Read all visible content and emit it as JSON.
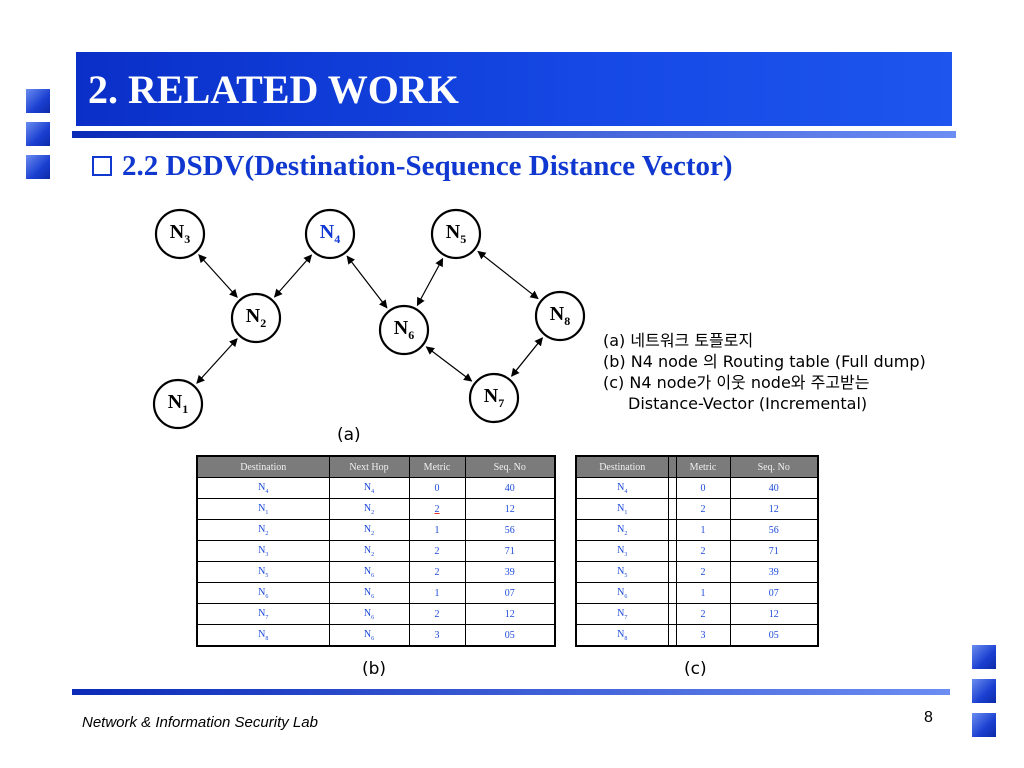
{
  "slide": {
    "title": "2. RELATED WORK",
    "subtitle": "2.2 DSDV(Destination-Sequence Distance Vector)",
    "footer_lab": "Network & Information Security Lab",
    "page_number": "8",
    "accent_color": "#1238d4"
  },
  "graph": {
    "nodes": [
      {
        "id": "n3",
        "base": "N",
        "sub": "3",
        "highlight": false
      },
      {
        "id": "n4",
        "base": "N",
        "sub": "4",
        "highlight": true
      },
      {
        "id": "n5",
        "base": "N",
        "sub": "5",
        "highlight": false
      },
      {
        "id": "n2",
        "base": "N",
        "sub": "2",
        "highlight": false
      },
      {
        "id": "n8",
        "base": "N",
        "sub": "8",
        "highlight": false
      },
      {
        "id": "n6",
        "base": "N",
        "sub": "6",
        "highlight": false
      },
      {
        "id": "n7",
        "base": "N",
        "sub": "7",
        "highlight": false
      },
      {
        "id": "n1",
        "base": "N",
        "sub": "1",
        "highlight": false
      }
    ],
    "edges": [
      {
        "from": "n3",
        "to": "n2"
      },
      {
        "from": "n4",
        "to": "n2"
      },
      {
        "from": "n4",
        "to": "n6"
      },
      {
        "from": "n5",
        "to": "n6"
      },
      {
        "from": "n5",
        "to": "n8"
      },
      {
        "from": "n6",
        "to": "n7"
      },
      {
        "from": "n8",
        "to": "n7"
      },
      {
        "from": "n2",
        "to": "n1"
      }
    ],
    "caption": "(a)"
  },
  "legend": {
    "line_a": "(a) 네트워크 토플로지",
    "line_b": "(b) N4 node 의 Routing table (Full dump)",
    "line_c": "(c) N4 node가 이웃 node와 주고받는",
    "line_c2": "Distance-Vector (Incremental)"
  },
  "table_b": {
    "caption": "(b)",
    "headers": [
      "Destination",
      "Next Hop",
      "Metric",
      "Seq. No"
    ],
    "rows": [
      [
        [
          "N",
          "4"
        ],
        [
          "N",
          "4"
        ],
        "0",
        "40"
      ],
      [
        [
          "N",
          "1"
        ],
        [
          "N",
          "2"
        ],
        "2",
        "12"
      ],
      [
        [
          "N",
          "2"
        ],
        [
          "N",
          "2"
        ],
        "1",
        "56"
      ],
      [
        [
          "N",
          "3"
        ],
        [
          "N",
          "2"
        ],
        "2",
        "71"
      ],
      [
        [
          "N",
          "5"
        ],
        [
          "N",
          "6"
        ],
        "2",
        "39"
      ],
      [
        [
          "N",
          "6"
        ],
        [
          "N",
          "6"
        ],
        "1",
        "07"
      ],
      [
        [
          "N",
          "7"
        ],
        [
          "N",
          "6"
        ],
        "2",
        "12"
      ],
      [
        [
          "N",
          "8"
        ],
        [
          "N",
          "6"
        ],
        "3",
        "05"
      ]
    ]
  },
  "table_c": {
    "caption": "(c)",
    "headers": [
      "Destination",
      "",
      "Metric",
      "Seq. No"
    ],
    "rows": [
      [
        [
          "N",
          "4"
        ],
        "0",
        "40"
      ],
      [
        [
          "N",
          "1"
        ],
        "2",
        "12"
      ],
      [
        [
          "N",
          "2"
        ],
        "1",
        "56"
      ],
      [
        [
          "N",
          "3"
        ],
        "2",
        "71"
      ],
      [
        [
          "N",
          "5"
        ],
        "2",
        "39"
      ],
      [
        [
          "N",
          "6"
        ],
        "1",
        "07"
      ],
      [
        [
          "N",
          "7"
        ],
        "2",
        "12"
      ],
      [
        [
          "N",
          "8"
        ],
        "3",
        "05"
      ]
    ]
  }
}
